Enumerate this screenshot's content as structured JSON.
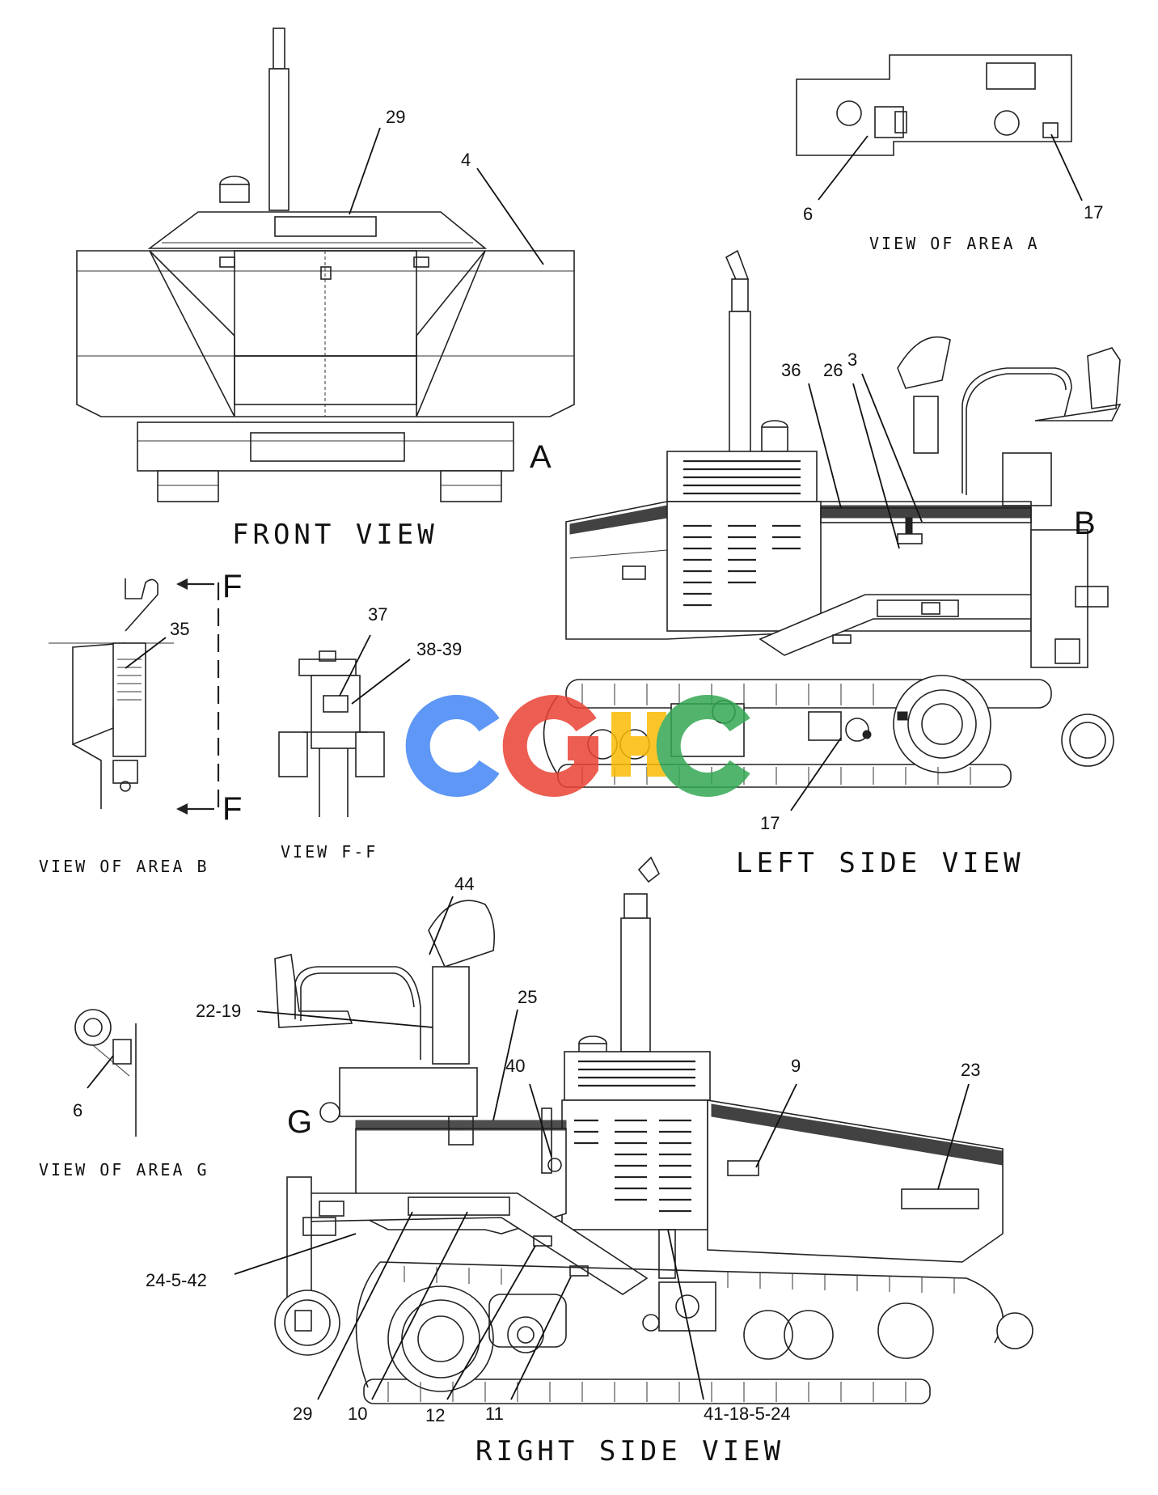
{
  "views": {
    "front": "FRONT VIEW",
    "left_side": "LEFT SIDE VIEW",
    "right_side": "RIGHT SIDE VIEW",
    "area_a": "VIEW OF AREA A",
    "area_b": "VIEW OF AREA B",
    "area_g": "VIEW OF AREA G",
    "f_f": "VIEW F-F"
  },
  "area_markers": {
    "a": "A",
    "b": "B",
    "g": "G",
    "f_top": "F",
    "f_bottom": "F"
  },
  "callouts": {
    "front": {
      "c29": "29",
      "c4": "4"
    },
    "area_a": {
      "c6": "6",
      "c17": "17"
    },
    "left": {
      "c36": "36",
      "c26": "26",
      "c3": "3",
      "c17": "17"
    },
    "area_b": {
      "c35": "35"
    },
    "ff": {
      "c37": "37",
      "c38_39": "38-39"
    },
    "area_g": {
      "c6": "6"
    },
    "right": {
      "c44": "44",
      "c22_19": "22-19",
      "c25": "25",
      "c40": "40",
      "c9": "9",
      "c23": "23",
      "c24_5_42": "24-5-42",
      "c29": "29",
      "c10": "10",
      "c12": "12",
      "c11": "11",
      "c41_18_5_24": "41-18-5-24"
    }
  },
  "watermark": {
    "text": "CGHC",
    "colors": [
      "#4285f4",
      "#ea4335",
      "#fbbc05",
      "#34a853"
    ]
  }
}
